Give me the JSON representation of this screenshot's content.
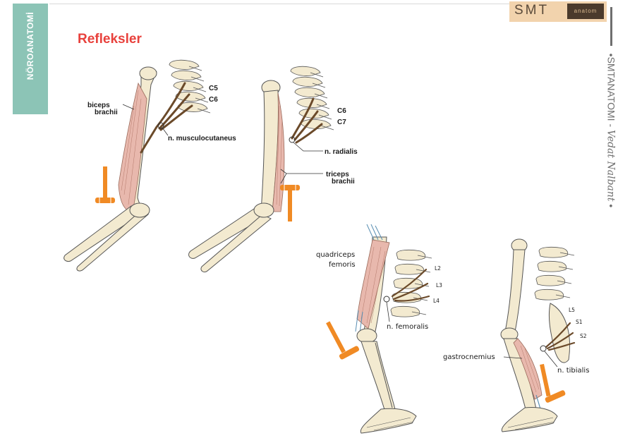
{
  "header": {
    "side_tab": "NÖROANATOMİ",
    "title": "Refleksler",
    "logo_main": "SMT",
    "logo_sub": "anatom",
    "vertical_brand": "•SMTANATOMI - ",
    "vertical_script": "Vedat Nalbant",
    "vertical_end": " •"
  },
  "labels": {
    "biceps": [
      "biceps",
      "brachii"
    ],
    "c5": "C5",
    "c6_upper": "C6",
    "musculocutaneus": "n. musculocutaneus",
    "c6_lower": "C6",
    "c7": "C7",
    "radialis": "n. radialis",
    "triceps": [
      "triceps",
      "brachii"
    ],
    "quadriceps": [
      "quadriceps",
      "femoris"
    ],
    "l2": "L2",
    "l3": "L3",
    "l4": "L4",
    "femoralis": "n. femoralis",
    "l5": "L5",
    "s1": "S1",
    "s2": "S2",
    "gastrocnemius": "gastrocnemius",
    "tibialis": "n. tibialis"
  },
  "colors": {
    "accent": "#e8413c",
    "tab": "#8cc4b6",
    "bone": "#f3ead0",
    "muscle": "#e8b8ad",
    "nerve": "#6b4a2a",
    "hammer": "#f08a24"
  }
}
